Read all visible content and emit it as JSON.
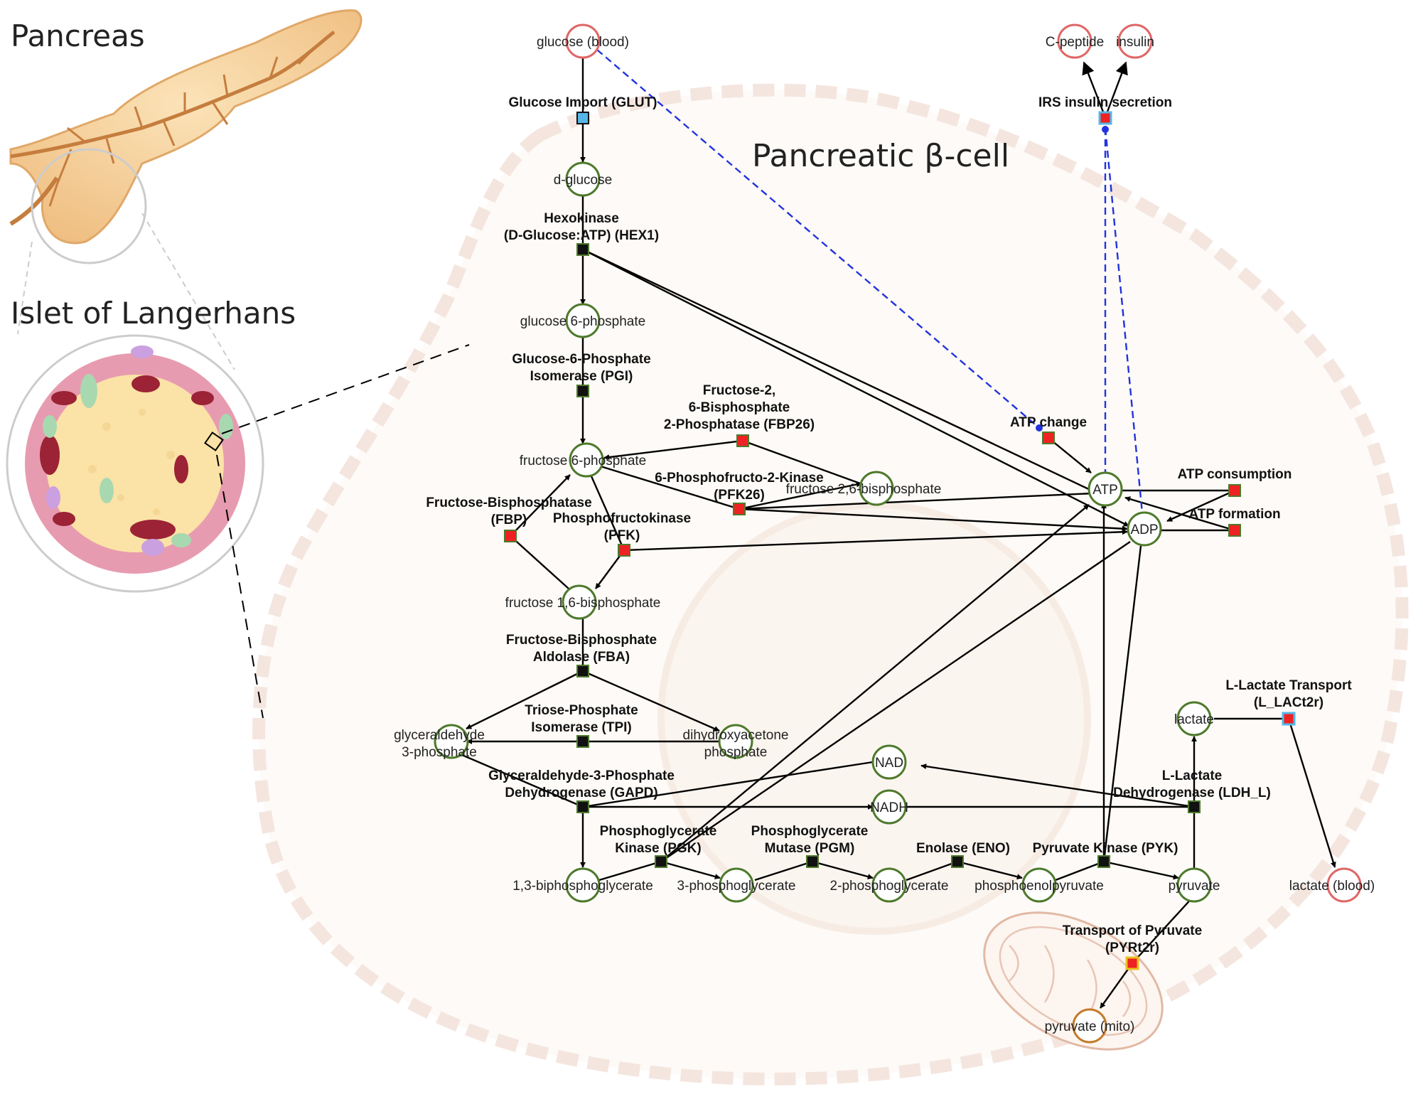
{
  "titles": {
    "pancreas": "Pancreas",
    "islet": "Islet of Langerhans",
    "cell": "Pancreatic β-cell"
  },
  "colors": {
    "cytosol_species": "#4e7a2c",
    "extracellular_species": "#e06666",
    "mito_species": "#c47a2a",
    "reaction_black": "#111111",
    "reaction_red": "#ee2222",
    "transport_blue": "#55b7e8",
    "modifier_blue": "#2233dd",
    "cell_outline": "#f4e6df"
  },
  "species": {
    "glucose_blood": "glucose (blood)",
    "c_peptide": "C-peptide",
    "insulin": "insulin",
    "d_glucose": "d-glucose",
    "g6p": "glucose 6-phosphate",
    "f6p": "fructose 6-phosphate",
    "f26bp": "fructose 2,6-bisphosphate",
    "atp": "ATP",
    "adp": "ADP",
    "f16bp": "fructose 1,6-bisphosphate",
    "gap_l1": "glyceraldehyde",
    "gap_l2": "3-phosphate",
    "dhap_l1": "dihydroxyacetone",
    "dhap_l2": "phosphate",
    "nad": "NAD",
    "nadh": "NADH",
    "lactate": "lactate",
    "lactate_blood": "lactate (blood)",
    "bpg": "1,3-biphosphoglycerate",
    "pg3": "3-phosphoglycerate",
    "pg2": "2-phosphoglycerate",
    "pep": "phosphoenolpyruvate",
    "pyruvate": "pyruvate",
    "pyruvate_mito": "pyruvate (mito)"
  },
  "reactions": {
    "glut": [
      "Glucose Import (GLUT)"
    ],
    "irs": [
      "IRS insulin secretion"
    ],
    "hex1": [
      "Hexokinase",
      "(D-Glucose:ATP) (HEX1)"
    ],
    "pgi": [
      "Glucose-6-Phosphate",
      "Isomerase (PGI)"
    ],
    "fbp26": [
      "Fructose-2,",
      "6-Bisphosphate",
      "2-Phosphatase (FBP26)"
    ],
    "atp_change": [
      "ATP change"
    ],
    "atp_consumption": [
      "ATP consumption"
    ],
    "atp_formation": [
      "ATP formation"
    ],
    "pfk26": [
      "6-Phosphofructo-2-Kinase",
      "(PFK26)"
    ],
    "fbp": [
      "Fructose-Bisphosphatase",
      "(FBP)"
    ],
    "pfk": [
      "Phosphofructokinase",
      "(PFK)"
    ],
    "fba": [
      "Fructose-Bisphosphate",
      "Aldolase (FBA)"
    ],
    "tpi": [
      "Triose-Phosphate",
      "Isomerase (TPI)"
    ],
    "gapd": [
      "Glyceraldehyde-3-Phosphate",
      "Dehydrogenase (GAPD)"
    ],
    "l_lact2r": [
      "L-Lactate Transport",
      "(L_LACt2r)"
    ],
    "ldh_l": [
      "L-Lactate",
      "Dehydrogenase (LDH_L)"
    ],
    "pgk": [
      "Phosphoglycerate",
      "Kinase (PGK)"
    ],
    "pgm": [
      "Phosphoglycerate",
      "Mutase (PGM)"
    ],
    "eno": [
      "Enolase (ENO)"
    ],
    "pyk": [
      "Pyruvate Kinase (PYK)"
    ],
    "pyrt2r": [
      "Transport of Pyruvate",
      "(PYRt2r)"
    ]
  }
}
